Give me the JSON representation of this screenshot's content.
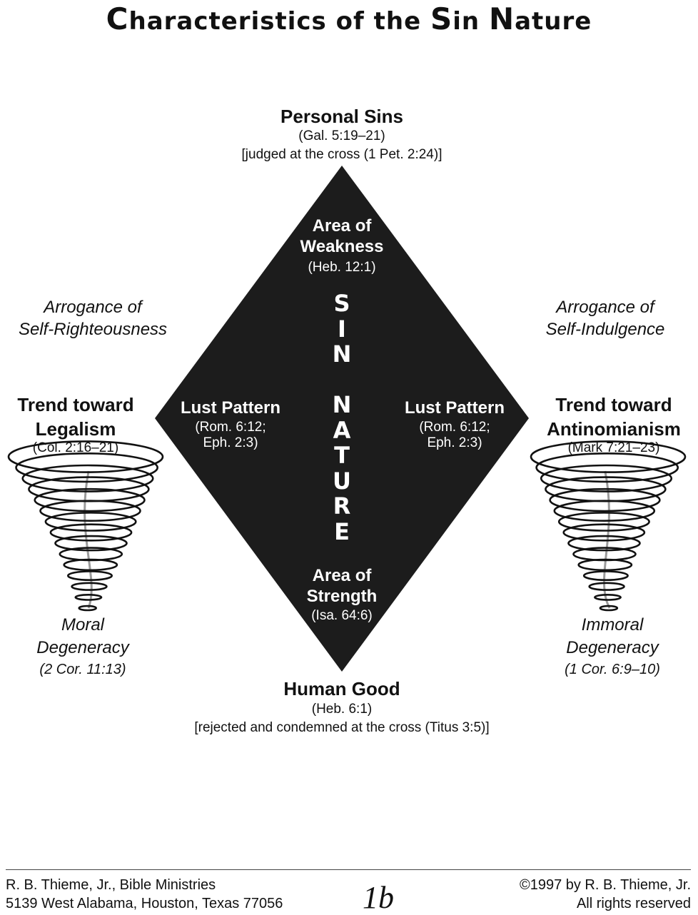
{
  "title": {
    "word1_first": "C",
    "word1_rest": "haracteristics",
    "word2": "of",
    "word3": "the",
    "word4_first": "S",
    "word4_rest": "in",
    "word5_first": "N",
    "word5_rest": "ature"
  },
  "top": {
    "label": "Personal Sins",
    "ref": "(Gal. 5:19–21)",
    "note": "[judged at the cross (1 Pet. 2:24)]"
  },
  "diamond": {
    "top_label_line1": "Area of",
    "top_label_line2": "Weakness",
    "top_ref": "(Heb. 12:1)",
    "bottom_label_line1": "Area of",
    "bottom_label_line2": "Strength",
    "bottom_ref": "(Isa. 64:6)",
    "left_label": "Lust Pattern",
    "left_ref_line1": "(Rom. 6:12;",
    "left_ref_line2": "Eph. 2:3)",
    "right_label": "Lust Pattern",
    "right_ref_line1": "(Rom. 6:12;",
    "right_ref_line2": "Eph. 2:3)",
    "vertical_letters": [
      "S",
      "I",
      "N",
      "",
      "N",
      "A",
      "T",
      "U",
      "R",
      "E"
    ]
  },
  "left": {
    "arrogance_line1": "Arrogance of",
    "arrogance_line2": "Self-Righteousness",
    "trend_line1": "Trend toward",
    "trend_line2": "Legalism",
    "trend_ref": "(Col. 2:16–21)",
    "degeneracy_line1": "Moral",
    "degeneracy_line2": "Degeneracy",
    "degeneracy_ref": "(2 Cor. 11:13)"
  },
  "right": {
    "arrogance_line1": "Arrogance of",
    "arrogance_line2": "Self-Indulgence",
    "trend_line1": "Trend toward",
    "trend_line2": "Antinomianism",
    "trend_ref": "(Mark 7:21–23)",
    "degeneracy_line1": "Immoral",
    "degeneracy_line2": "Degeneracy",
    "degeneracy_ref": "(1 Cor. 6:9–10)"
  },
  "bottom": {
    "label": "Human Good",
    "ref": "(Heb. 6:1)",
    "note": "[rejected and condemned at the cross (Titus 3:5)]"
  },
  "footer": {
    "left_line1": "R. B. Thieme, Jr., Bible Ministries",
    "left_line2": "5139 West Alabama, Houston, Texas 77056",
    "page_number": "1b",
    "right_line1": "©1997 by R. B. Thieme, Jr.",
    "right_line2": "All rights reserved"
  },
  "colors": {
    "diamond_fill": "#1c1c1c",
    "ink": "#111111",
    "spiral_gray": "#9a9a9a"
  }
}
